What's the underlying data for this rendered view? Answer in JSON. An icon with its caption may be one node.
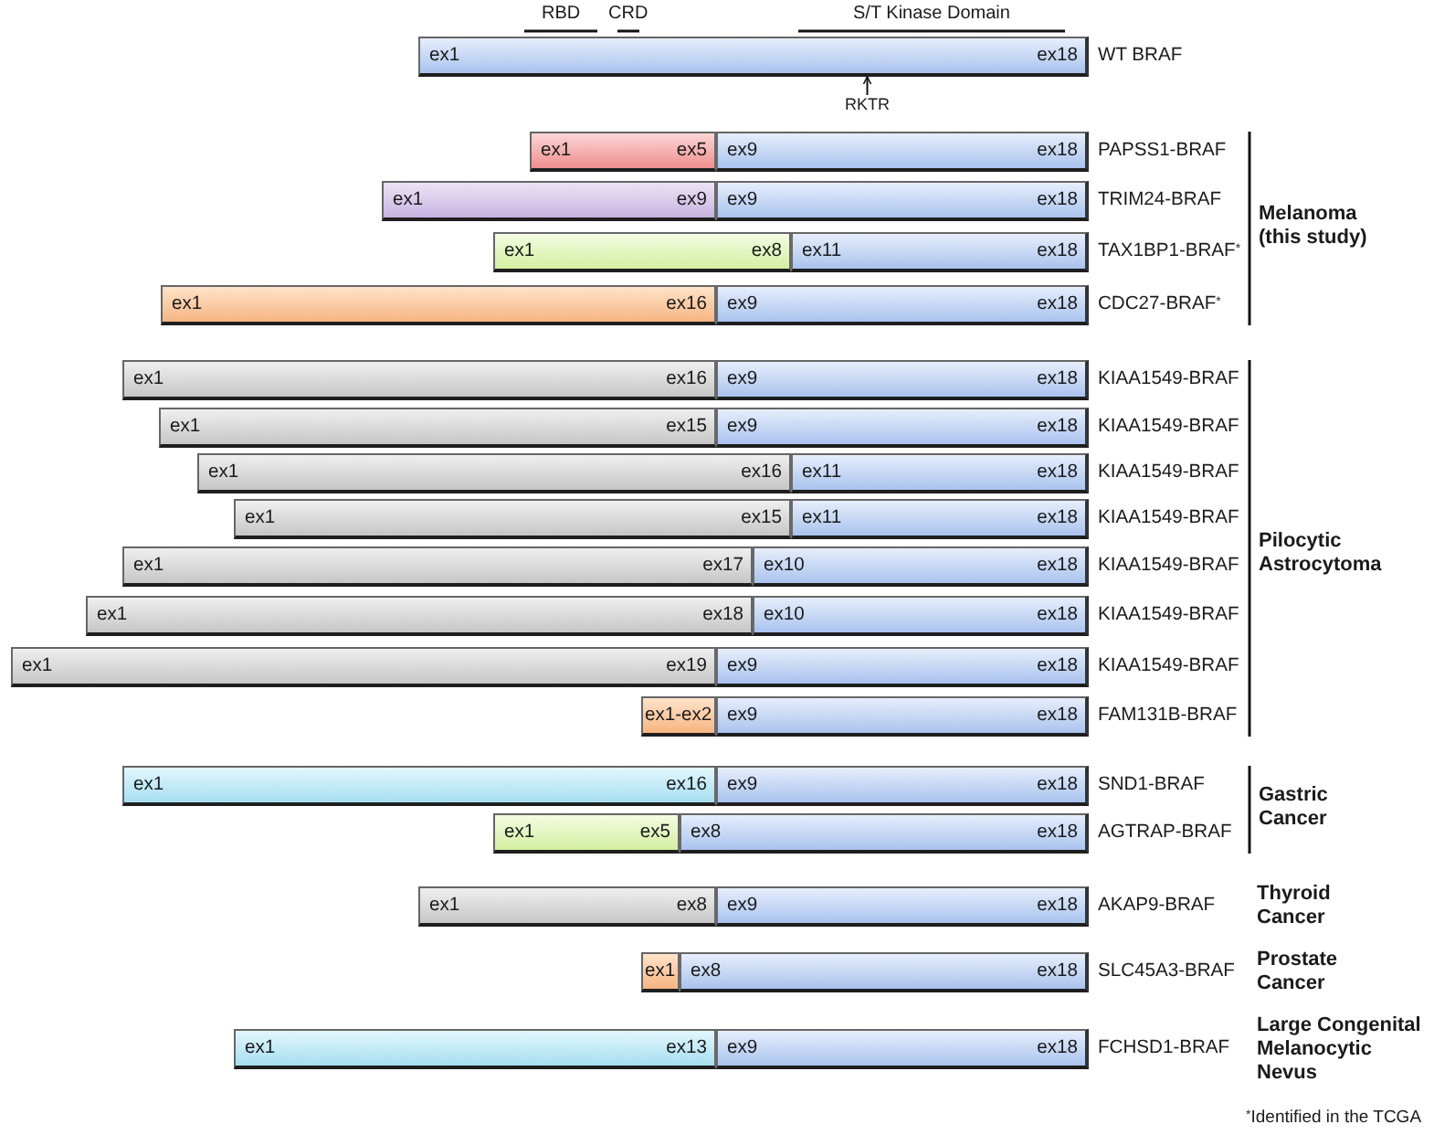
{
  "diagram": {
    "nodes": [
      {
        "text": [
          "ex1",
          "ex18"
        ],
        "beside": [
          "WT BRAF"
        ]
      },
      {
        "text": [
          "RKTR"
        ]
      },
      {
        "text": [
          "ex1",
          "ex5"
        ]
      },
      {
        "text": [
          "ex9",
          "ex18"
        ],
        "beside": [
          "PAPSS1-BRAF"
        ]
      },
      {
        "text": [
          "ex1",
          "ex9"
        ]
      },
      {
        "text": [
          "ex9",
          "ex18"
        ],
        "beside": [
          "TRIM24-BRAF"
        ]
      },
      {
        "text": [
          "ex1",
          "ex8"
        ]
      },
      {
        "text": [
          "ex11",
          "ex18"
        ],
        "beside": [
          "TAX1BP1-BRAF$^{*}$"
        ]
      },
      {
        "text": [
          "ex1",
          "ex16"
        ]
      },
      {
        "text": [
          "ex9",
          "ex18"
        ],
        "beside": [
          "CDC27-BRAF$^{*}$"
        ]
      },
      {
        "text": [
          "ex1",
          "ex16"
        ]
      },
      {
        "text": [
          "ex9",
          "ex18"
        ],
        "beside": [
          "KIAA1549-BRAF"
        ]
      },
      {
        "text": [
          "ex1",
          "ex15"
        ]
      },
      {
        "text": [
          "ex9",
          "ex18"
        ],
        "beside": [
          "KIAA1549-BRAF"
        ]
      },
      {
        "text": [
          "ex1",
          "ex16"
        ]
      },
      {
        "text": [
          "ex11",
          "ex18"
        ],
        "beside": [
          "KIAA1549-BRAF"
        ]
      },
      {
        "text": [
          "ex1",
          "ex15"
        ]
      },
      {
        "text": [
          "ex11",
          "ex18"
        ],
        "beside": [
          "KIAA1549-BRAF"
        ]
      },
      {
        "text": [
          "ex1",
          "ex17"
        ]
      },
      {
        "text": [
          "ex10",
          "ex18"
        ],
        "beside": [
          "KIAA1549-BRAF"
        ]
      },
      {
        "text": [
          "ex1",
          "ex18"
        ]
      },
      {
        "text": [
          "ex10",
          "ex18"
        ],
        "beside": [
          "KIAA1549-BRAF"
        ]
      },
      {
        "text": [
          "ex1",
          "ex19"
        ]
      },
      {
        "text": [
          "ex9",
          "ex18"
        ],
        "beside": [
          "KIAA1549-BRAF"
        ]
      },
      {
        "text": [
          "ex1-ex2"
        ]
      },
      {
        "text": [
          "ex9",
          "ex18"
        ],
        "beside": [
          "FAM131B-BRAF"
        ]
      },
      {
        "text": [
          "ex1",
          "ex16"
        ]
      },
      {
        "text": [
          "ex9",
          "ex18"
        ],
        "beside": [
          "SND1-BRAF"
        ]
      },
      {
        "text": [
          "ex1",
          "ex5"
        ]
      },
      {
        "text": [
          "ex8",
          "ex18"
        ],
        "beside": [
          "AGTRAP-BRAF"
        ]
      },
      {
        "text": [
          "ex1",
          "ex8"
        ]
      },
      {
        "text": [
          "ex9",
          "ex18"
        ],
        "beside": [
          "AKAP9-BRAF"
        ]
      },
      {
        "text": [
          "ex1"
        ]
      },
      {
        "text": [
          "ex8",
          "ex18"
        ],
        "beside": [
          "SLC45A3-BRAF"
        ]
      },
      {
        "text": [
          "ex1",
          "ex13"
        ]
      },
      {
        "text": [
          "ex9",
          "ex18"
        ],
        "beside": [
          "FCHSD1-BRAF"
        ]
      }
    ],
    "edges": [
      {
        "from": 1,
        "to": 0,
        "arrow": "to"
      }
    ],
    "labels": [
      "RBD",
      "CRD",
      "S/T Kinase Domain",
      "Melanoma (this study)",
      "Pilocytic Astrocytoma",
      "Gastric Cancer",
      "Thyroid Cancer",
      "Prostate Cancer",
      "Large Congenital Melanocytic Nevus",
      "$^{*}$Identified in the TCGA"
    ]
  }
}
